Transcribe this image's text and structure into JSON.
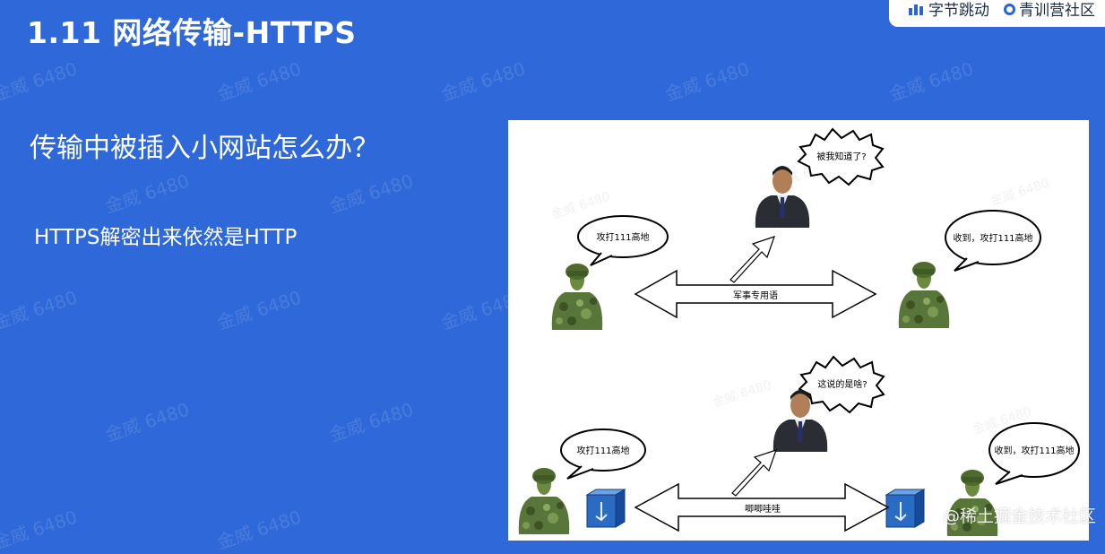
{
  "slide": {
    "title": "1.11 网络传输-HTTPS",
    "question": "传输中被插入小网站怎么办？",
    "subtext": "HTTPS解密出来依然是HTTP"
  },
  "brand": {
    "logo1": "字节跳动",
    "logo2": "青训营社区"
  },
  "watermark": "金威 6480",
  "diagram": {
    "scene1": {
      "eavesdropper_bubble": "被我知道了?",
      "sender_bubble": "攻打111高地",
      "receiver_bubble": "收到，攻打111高地",
      "channel_label": "军事专用语"
    },
    "scene2": {
      "eavesdropper_bubble": "这说的是啥?",
      "sender_bubble": "攻打111高地",
      "receiver_bubble": "收到，攻打111高地",
      "channel_label": "唧唧哇哇"
    }
  },
  "credit": "@稀土掘金技术社区",
  "colors": {
    "background": "#2f68d8",
    "crypto_box": "#2a6cc4"
  }
}
